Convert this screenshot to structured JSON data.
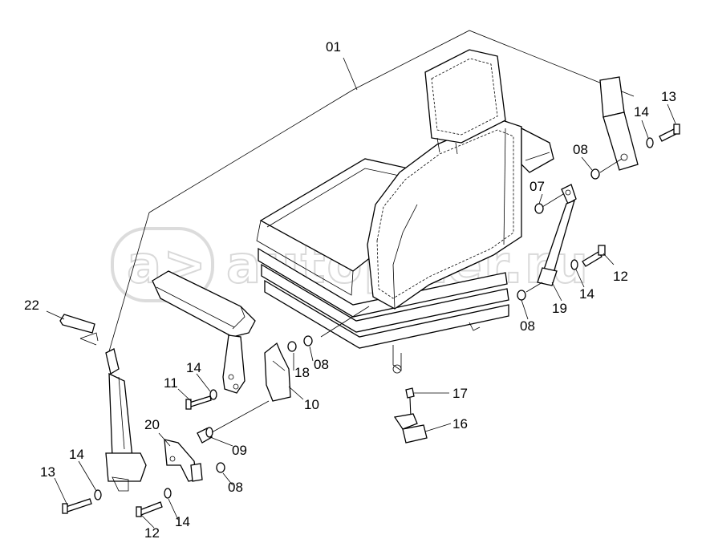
{
  "watermark": {
    "text": "autopiter.ru",
    "badge": "a>"
  },
  "labels": {
    "p01": "01",
    "p22": "22",
    "p14a": "14",
    "p11": "11",
    "p18": "18",
    "p08a": "08",
    "p10": "10",
    "p20": "20",
    "p09": "09",
    "p13a": "13",
    "p14b": "14",
    "p08b": "08",
    "p12a": "12",
    "p14c": "14",
    "p17": "17",
    "p16": "16",
    "p13b": "13",
    "p14d": "14",
    "p08c": "08",
    "p07": "07",
    "p12b": "12",
    "p14e": "14",
    "p19": "19",
    "p08d": "08"
  }
}
